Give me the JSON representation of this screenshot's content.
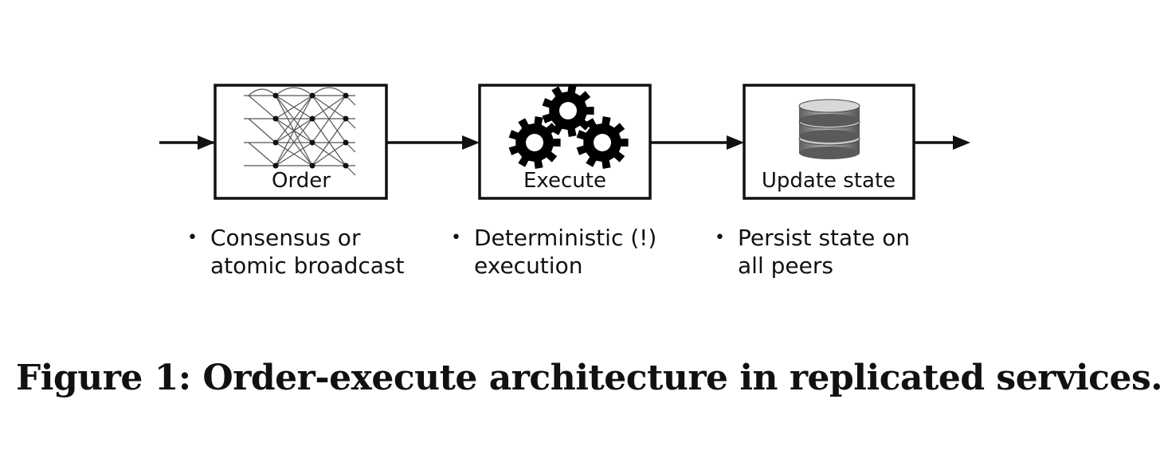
{
  "stages": [
    {
      "label": "Order",
      "icon": "network-icon",
      "bullet": [
        "Consensus or",
        "atomic broadcast"
      ]
    },
    {
      "label": "Execute",
      "icon": "gears-icon",
      "bullet": [
        "Deterministic (!)",
        "execution"
      ]
    },
    {
      "label": "Update state",
      "icon": "database-icon",
      "bullet": [
        "Persist state on",
        "all peers"
      ]
    }
  ],
  "caption": "Figure 1: Order-execute architecture in replicated services.",
  "colors": {
    "stroke": "#111111",
    "gear": "#000000",
    "database": "#8c8c8c"
  }
}
